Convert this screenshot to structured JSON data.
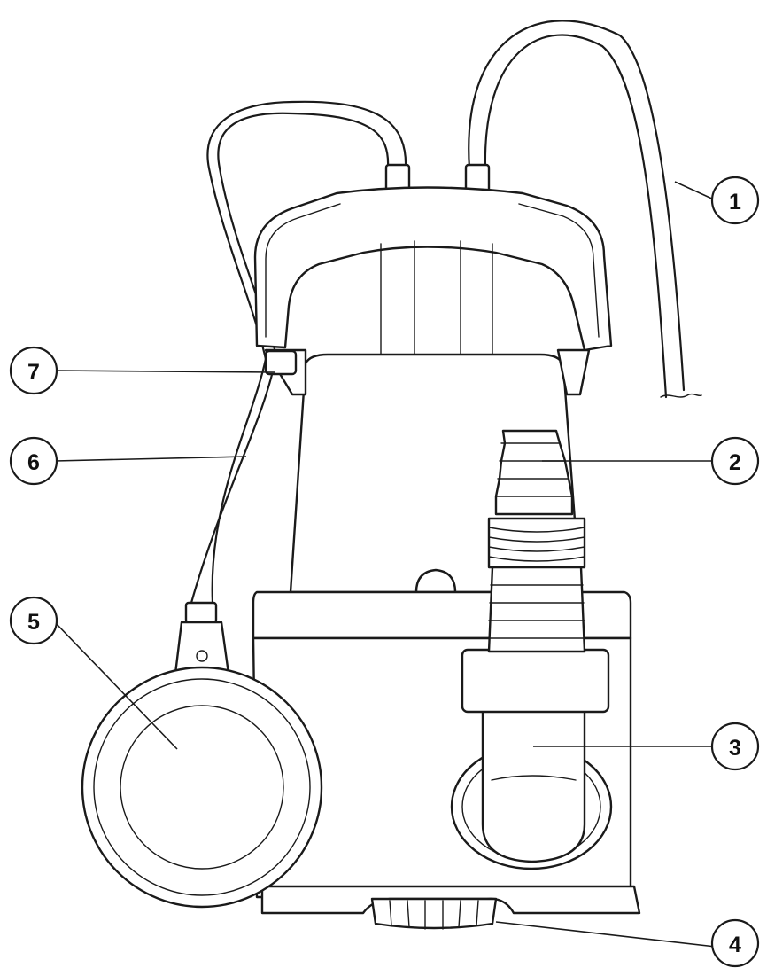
{
  "callouts": [
    {
      "id": "1",
      "label": "1",
      "part": "power-cord"
    },
    {
      "id": "2",
      "label": "2",
      "part": "hose-connector"
    },
    {
      "id": "3",
      "label": "3",
      "part": "elbow-outlet"
    },
    {
      "id": "4",
      "label": "4",
      "part": "intake-base"
    },
    {
      "id": "5",
      "label": "5",
      "part": "float-switch"
    },
    {
      "id": "6",
      "label": "6",
      "part": "float-switch-cable"
    },
    {
      "id": "7",
      "label": "7",
      "part": "cable-holder"
    }
  ],
  "colors": {
    "line": "#1a1a1a",
    "fill": "#ffffff"
  }
}
